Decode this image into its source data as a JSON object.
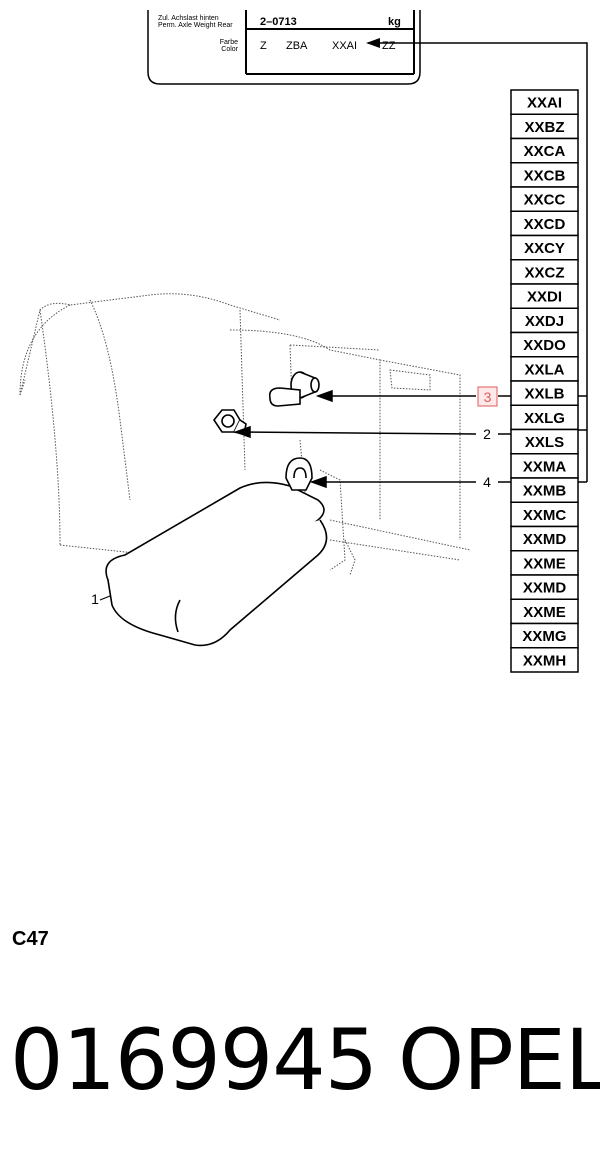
{
  "plate": {
    "axle_label_de": "Zul. Achslast hinten",
    "axle_label_en": "Perm. Axle Weight Rear",
    "axle_value": "2–0713",
    "axle_unit": "kg",
    "color_label_de": "Farbe",
    "color_label_en": "Color",
    "color_values": [
      "Z",
      "ZBA",
      "XXAI",
      "ZZ"
    ]
  },
  "color_codes": [
    "XXAI",
    "XXBZ",
    "XXCA",
    "XXCB",
    "XXCC",
    "XXCD",
    "XXCY",
    "XXCZ",
    "XXDI",
    "XXDJ",
    "XXDO",
    "XXLA",
    "XXLB",
    "XXLG",
    "XXLS",
    "XXMA",
    "XXMB",
    "XXMC",
    "XXMD",
    "XXME",
    "XXMD",
    "XXME",
    "XXMG",
    "XXMH"
  ],
  "callouts": {
    "item1": "1",
    "item2": "2",
    "item3": "3",
    "item4": "4"
  },
  "highlight_color": "#e05a5a",
  "section_code": "C47",
  "footer": {
    "part_number": "0169945",
    "brand": "OPEL"
  }
}
